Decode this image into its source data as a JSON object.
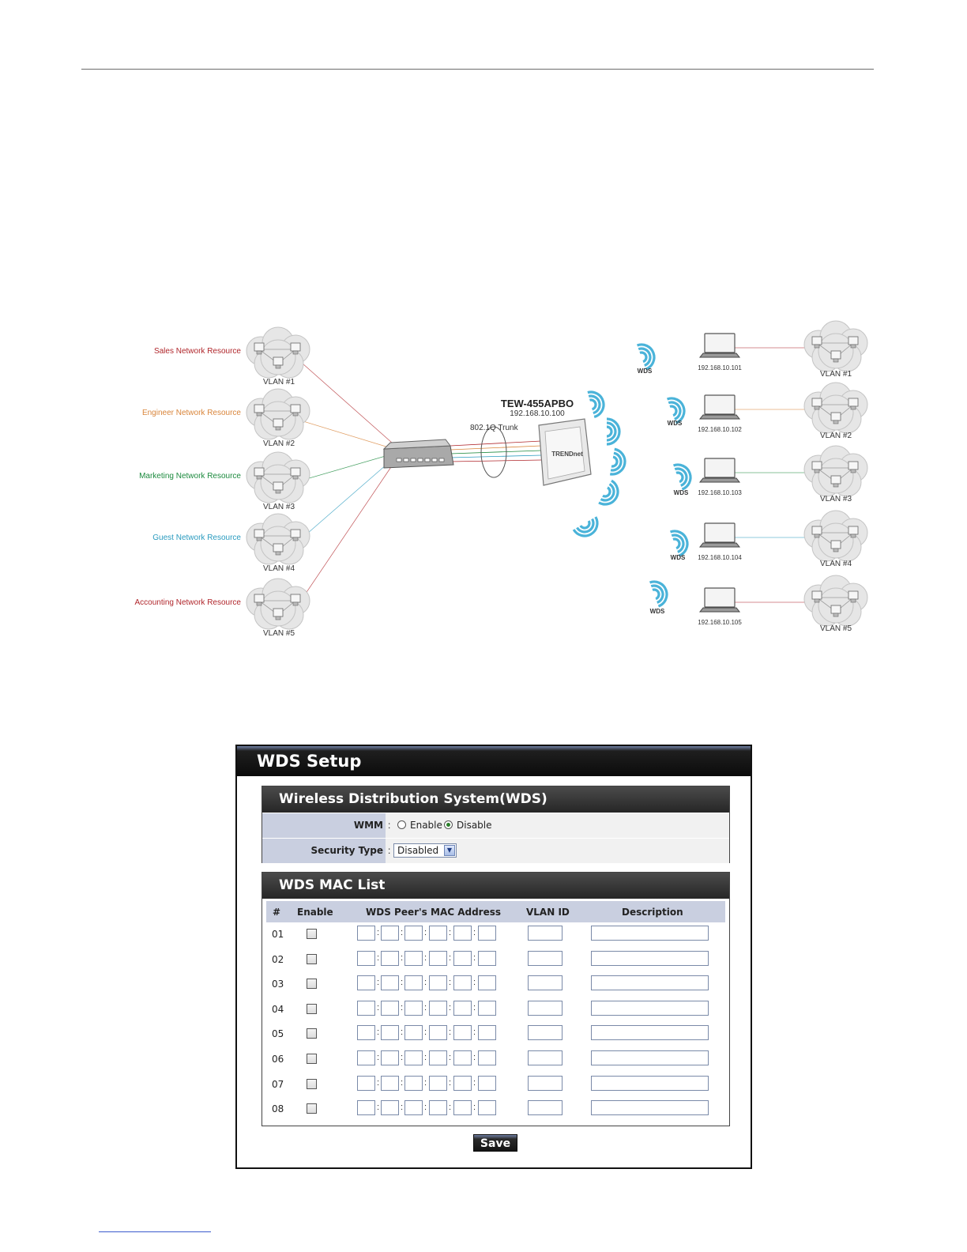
{
  "diagram": {
    "resources": [
      {
        "label": "Sales Network Resource",
        "vlan": "VLAN #1",
        "color": "#b0262b"
      },
      {
        "label": "Engineer Network Resource",
        "vlan": "VLAN #2",
        "color": "#d9853b"
      },
      {
        "label": "Marketing Network Resource",
        "vlan": "VLAN #3",
        "color": "#1c8a3e"
      },
      {
        "label": "Guest Network Resource",
        "vlan": "VLAN #4",
        "color": "#2a9bbf"
      },
      {
        "label": "Accounting Network Resource",
        "vlan": "VLAN #5",
        "color": "#b0262b"
      }
    ],
    "ap_model": "TEW-455APBO",
    "ap_ip": "192.168.10.100",
    "ap_brand": "TRENDnet",
    "trunk_label": "802.1Q Trunk",
    "wds_label": "WDS",
    "remote_ips": [
      "192.168.10.101",
      "192.168.10.102",
      "192.168.10.103",
      "192.168.10.104",
      "192.168.10.105"
    ],
    "remote_vlans": [
      "VLAN #1",
      "VLAN #2",
      "VLAN #3",
      "VLAN #4",
      "VLAN #5"
    ],
    "signal_color": "#4ab3d9"
  },
  "wds_setup": {
    "title": "WDS Setup",
    "section_title": "Wireless Distribution System(WDS)",
    "wmm_label": "WMM",
    "enable_label": "Enable",
    "disable_label": "Disable",
    "wmm_selected": "Disable",
    "security_label": "Security Type",
    "security_value": "Disabled",
    "mac_list_title": "WDS MAC List",
    "columns": [
      "#",
      "Enable",
      "WDS Peer's MAC Address",
      "VLAN ID",
      "Description"
    ],
    "rows": [
      "01",
      "02",
      "03",
      "04",
      "05",
      "06",
      "07",
      "08"
    ],
    "save_label": "Save"
  }
}
